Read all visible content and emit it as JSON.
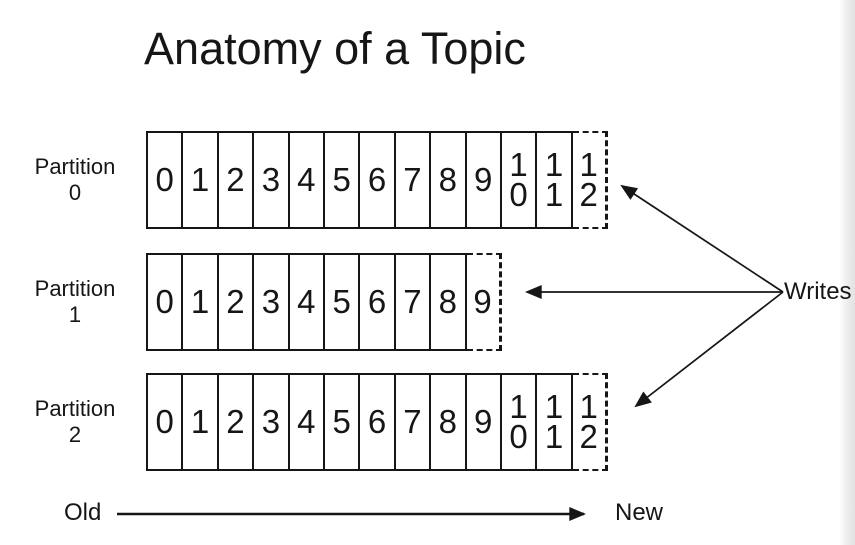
{
  "title": "Anatomy of a Topic",
  "writes_label": "Writes",
  "axis": {
    "old_label": "Old",
    "new_label": "New"
  },
  "partitions": [
    {
      "label": "Partition",
      "number": "0",
      "solid_cells": [
        "0",
        "1",
        "2",
        "3",
        "4",
        "5",
        "6",
        "7",
        "8",
        "9",
        "10",
        "11"
      ],
      "dashed_cell": "12"
    },
    {
      "label": "Partition",
      "number": "1",
      "solid_cells": [
        "0",
        "1",
        "2",
        "3",
        "4",
        "5",
        "6",
        "7",
        "8"
      ],
      "dashed_cell": "9"
    },
    {
      "label": "Partition",
      "number": "2",
      "solid_cells": [
        "0",
        "1",
        "2",
        "3",
        "4",
        "5",
        "6",
        "7",
        "8",
        "9",
        "10",
        "11"
      ],
      "dashed_cell": "12"
    }
  ],
  "colors": {
    "ink": "#161616",
    "background": "#ffffff",
    "edge_shading": "#e2e2e2"
  }
}
